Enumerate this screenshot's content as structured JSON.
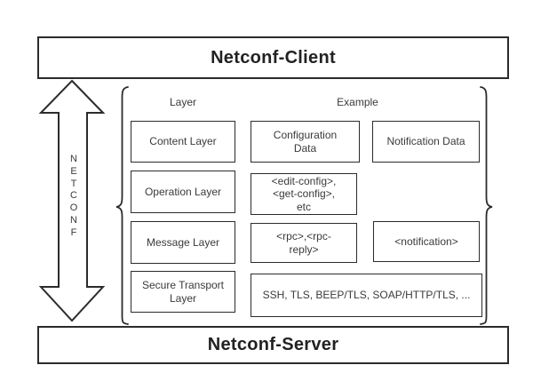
{
  "diagram": {
    "title_top": "Netconf-Client",
    "title_bottom": "Netconf-Server",
    "arrow": {
      "label": "NETCONF",
      "vertical_label": "N\nE\nT\nC\nO\nN\nF"
    },
    "headers": {
      "layer": "Layer",
      "example": "Example"
    },
    "layers": [
      {
        "name": "Content Layer",
        "examples": [
          "Configuration\nData",
          "Notification Data"
        ]
      },
      {
        "name": "Operation Layer",
        "examples": [
          "<edit-config>,\n<get-config>,\netc"
        ]
      },
      {
        "name": "Message Layer",
        "examples": [
          "<rpc>,<rpc-\nreply>",
          "<notification>"
        ]
      },
      {
        "name": "Secure Transport\nLayer",
        "examples": [
          "SSH, TLS, BEEP/TLS, SOAP/HTTP/TLS, ..."
        ]
      }
    ],
    "colors": {
      "border": "#2b2b2b",
      "text": "#3a3a3a",
      "background": "#ffffff"
    }
  }
}
